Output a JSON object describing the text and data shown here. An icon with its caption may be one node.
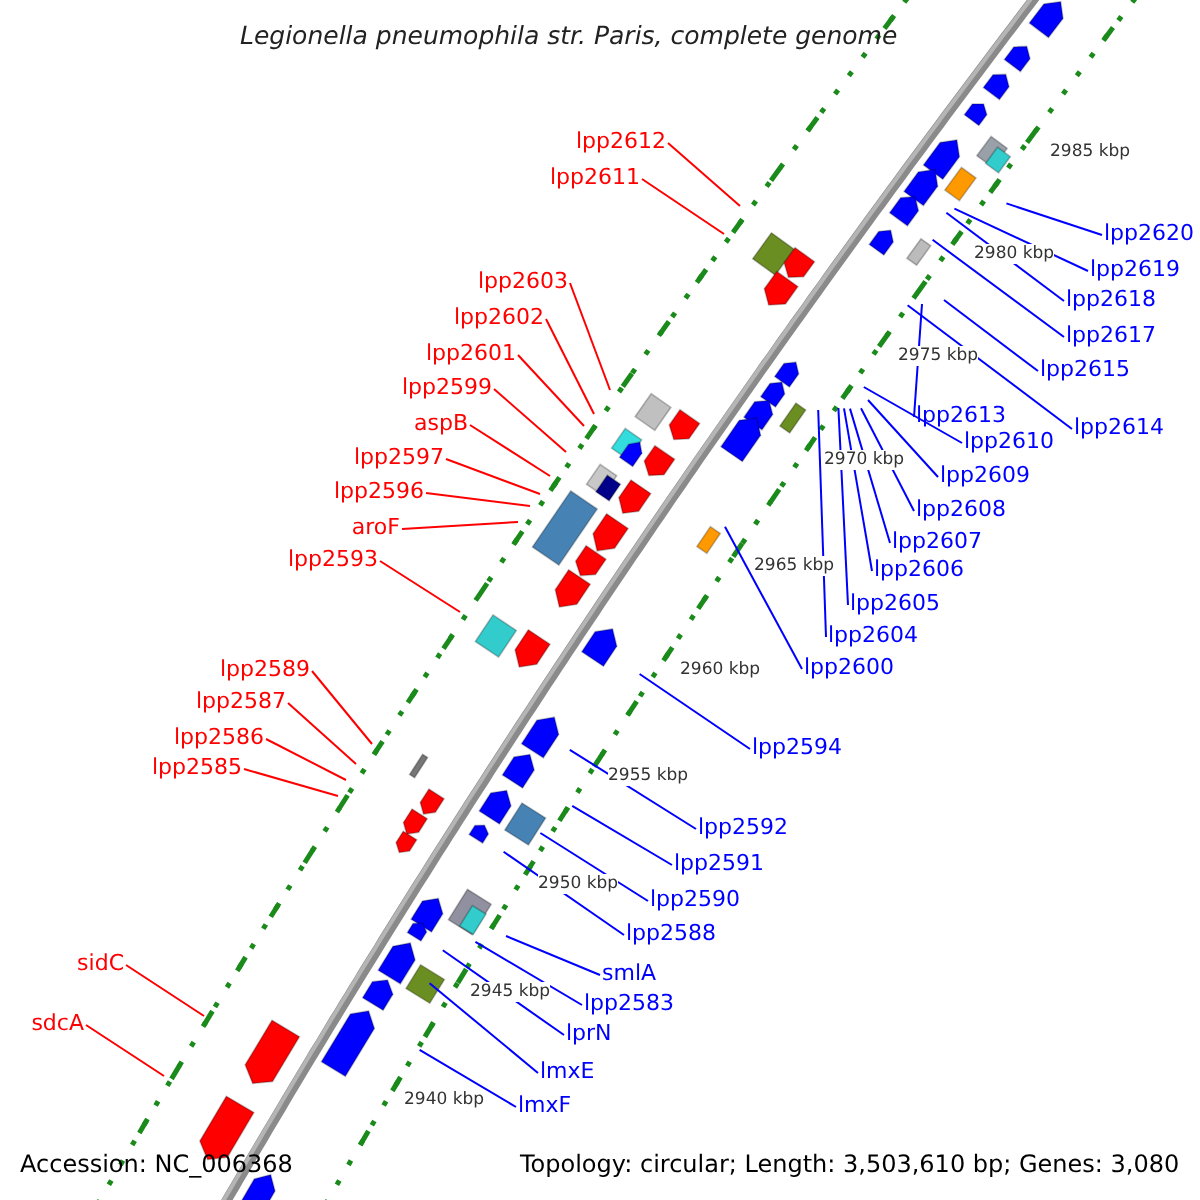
{
  "diagram": {
    "title": "Legionella pneumophila str. Paris, complete genome",
    "nodes": [
      {
        "text": [
          "lpp2612"
        ]
      },
      {
        "text": [
          "lpp2611"
        ]
      },
      {
        "text": [
          "lpp2603"
        ]
      },
      {
        "text": [
          "lpp2602"
        ]
      },
      {
        "text": [
          "lpp2601"
        ]
      },
      {
        "text": [
          "lpp2599"
        ]
      },
      {
        "text": [
          "aspB"
        ]
      },
      {
        "text": [
          "lpp2597"
        ]
      },
      {
        "text": [
          "lpp2596"
        ]
      },
      {
        "text": [
          "aroF"
        ]
      },
      {
        "text": [
          "lpp2593"
        ]
      },
      {
        "text": [
          "lpp2589"
        ]
      },
      {
        "text": [
          "lpp2587"
        ]
      },
      {
        "text": [
          "lpp2586"
        ]
      },
      {
        "text": [
          "lpp2585"
        ]
      },
      {
        "text": [
          "sidC"
        ]
      },
      {
        "text": [
          "sdcA"
        ]
      },
      {
        "text": [
          "lpp2620"
        ]
      },
      {
        "text": [
          "lpp2619"
        ]
      },
      {
        "text": [
          "lpp2618"
        ]
      },
      {
        "text": [
          "lpp2617"
        ]
      },
      {
        "text": [
          "lpp2615"
        ]
      },
      {
        "text": [
          "lpp2613"
        ]
      },
      {
        "text": [
          "lpp2614"
        ]
      },
      {
        "text": [
          "lpp2610"
        ]
      },
      {
        "text": [
          "lpp2609"
        ]
      },
      {
        "text": [
          "lpp2608"
        ]
      },
      {
        "text": [
          "lpp2607"
        ]
      },
      {
        "text": [
          "lpp2606"
        ]
      },
      {
        "text": [
          "lpp2605"
        ]
      },
      {
        "text": [
          "lpp2604"
        ]
      },
      {
        "text": [
          "lpp2600"
        ]
      },
      {
        "text": [
          "lpp2594"
        ]
      },
      {
        "text": [
          "lpp2592"
        ]
      },
      {
        "text": [
          "lpp2591"
        ]
      },
      {
        "text": [
          "lpp2590"
        ]
      },
      {
        "text": [
          "lpp2588"
        ]
      },
      {
        "text": [
          "smlA"
        ]
      },
      {
        "text": [
          "lpp2583"
        ]
      },
      {
        "text": [
          "lprN"
        ]
      },
      {
        "text": [
          "lmxE"
        ]
      },
      {
        "text": [
          "lmxF"
        ]
      }
    ],
    "edges": [
      {
        "from": 0,
        "to": null,
        "arrow": "none",
        "color": "#ff0000"
      },
      {
        "from": 1,
        "to": null,
        "arrow": "none",
        "color": "#ff0000"
      },
      {
        "from": 2,
        "to": null,
        "arrow": "none",
        "color": "#ff0000"
      },
      {
        "from": 3,
        "to": null,
        "arrow": "none",
        "color": "#ff0000"
      },
      {
        "from": 4,
        "to": null,
        "arrow": "none",
        "color": "#ff0000"
      },
      {
        "from": 5,
        "to": null,
        "arrow": "none",
        "color": "#ff0000"
      },
      {
        "from": 6,
        "to": null,
        "arrow": "none",
        "color": "#ff0000"
      },
      {
        "from": 7,
        "to": null,
        "arrow": "none",
        "color": "#ff0000"
      },
      {
        "from": 8,
        "to": null,
        "arrow": "none",
        "color": "#ff0000"
      },
      {
        "from": 9,
        "to": null,
        "arrow": "none",
        "color": "#ff0000"
      },
      {
        "from": 10,
        "to": null,
        "arrow": "none",
        "color": "#ff0000"
      },
      {
        "from": 11,
        "to": null,
        "arrow": "none",
        "color": "#ff0000"
      },
      {
        "from": 12,
        "to": null,
        "arrow": "none",
        "color": "#ff0000"
      },
      {
        "from": 13,
        "to": null,
        "arrow": "none",
        "color": "#ff0000"
      },
      {
        "from": 14,
        "to": null,
        "arrow": "none",
        "color": "#ff0000"
      },
      {
        "from": 15,
        "to": null,
        "arrow": "none",
        "color": "#ff0000"
      },
      {
        "from": 16,
        "to": null,
        "arrow": "none",
        "color": "#ff0000"
      },
      {
        "from": 17,
        "to": null,
        "arrow": "none"
      },
      {
        "from": 18,
        "to": null,
        "arrow": "none"
      },
      {
        "from": 19,
        "to": null,
        "arrow": "none"
      },
      {
        "from": 20,
        "to": null,
        "arrow": "none"
      },
      {
        "from": 21,
        "to": null,
        "arrow": "none"
      },
      {
        "from": 22,
        "to": null,
        "arrow": "none"
      },
      {
        "from": 23,
        "to": null,
        "arrow": "none"
      },
      {
        "from": 24,
        "to": null,
        "arrow": "none"
      },
      {
        "from": 25,
        "to": null,
        "arrow": "none"
      },
      {
        "from": 26,
        "to": null,
        "arrow": "none"
      },
      {
        "from": 27,
        "to": null,
        "arrow": "none"
      },
      {
        "from": 28,
        "to": null,
        "arrow": "none"
      },
      {
        "from": 29,
        "to": null,
        "arrow": "none"
      },
      {
        "from": 30,
        "to": null,
        "arrow": "none"
      },
      {
        "from": 31,
        "to": null,
        "arrow": "none"
      },
      {
        "from": 32,
        "to": null,
        "arrow": "none"
      },
      {
        "from": 33,
        "to": null,
        "arrow": "none"
      },
      {
        "from": 34,
        "to": null,
        "arrow": "none"
      },
      {
        "from": 35,
        "to": null,
        "arrow": "none"
      },
      {
        "from": 36,
        "to": null,
        "arrow": "none"
      },
      {
        "from": 37,
        "to": null,
        "arrow": "none"
      },
      {
        "from": 38,
        "to": null,
        "arrow": "none"
      },
      {
        "from": 39,
        "to": null,
        "arrow": "none"
      },
      {
        "from": 40,
        "to": null,
        "arrow": "none"
      },
      {
        "from": 41,
        "to": null,
        "arrow": "none"
      }
    ],
    "labels": [
      "2985 kbp",
      "2980 kbp",
      "2975 kbp",
      "2970 kbp",
      "2965 kbp",
      "2960 kbp",
      "2955 kbp",
      "2950 kbp",
      "2945 kbp",
      "2940 kbp",
      "Accession: NC_006368",
      "Topology: circular; Length: 3,503,610 bp; Genes: 3,080"
    ]
  }
}
